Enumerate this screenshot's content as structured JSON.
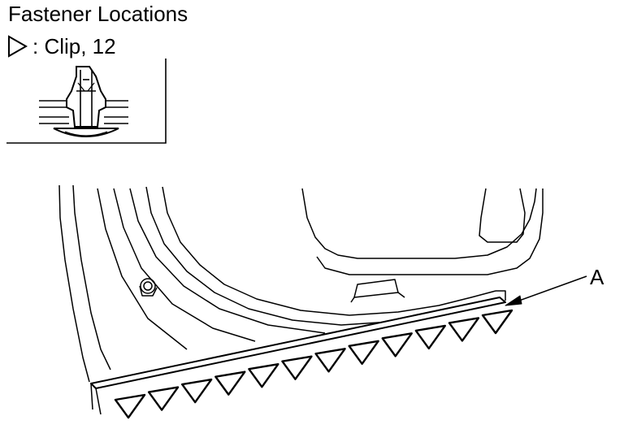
{
  "title": "Fastener Locations",
  "legend": {
    "symbol_icon": "triangle-outline-icon",
    "label": ": Clip, 12"
  },
  "callout_label": "A",
  "clips": {
    "count": 12
  }
}
